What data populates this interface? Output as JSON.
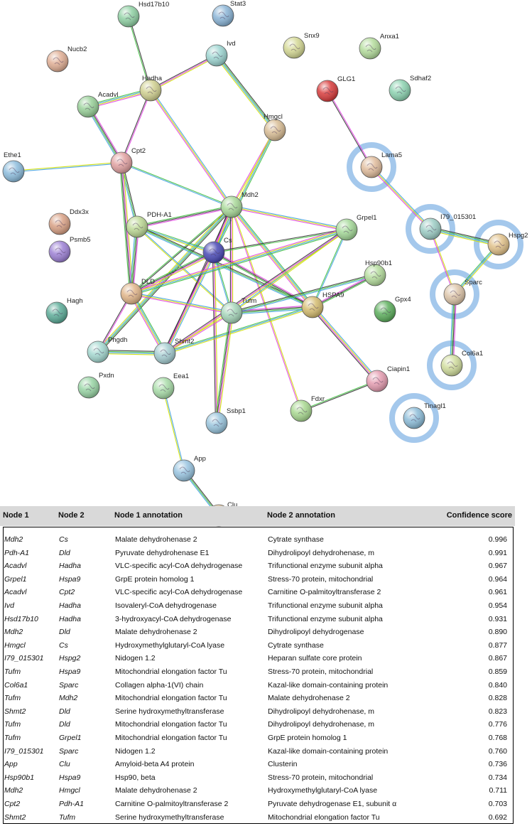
{
  "network": {
    "nodes": [
      {
        "id": "Hsd17b10",
        "color": "#8fd0a3",
        "highlight": false
      },
      {
        "id": "Stat3",
        "color": "#8ab4d6",
        "highlight": false
      },
      {
        "id": "Ivd",
        "color": "#9cd4d0",
        "highlight": false
      },
      {
        "id": "Snx9",
        "color": "#d4d894",
        "highlight": false
      },
      {
        "id": "Anxa1",
        "color": "#b4dc9c",
        "highlight": false
      },
      {
        "id": "Nucb2",
        "color": "#e0ae94",
        "highlight": false
      },
      {
        "id": "Hadha",
        "color": "#d0d090",
        "highlight": false
      },
      {
        "id": "GLG1",
        "color": "#d83c3c",
        "highlight": false
      },
      {
        "id": "Sdhaf2",
        "color": "#8cd2b0",
        "highlight": false
      },
      {
        "id": "Acadvl",
        "color": "#98d098",
        "highlight": false
      },
      {
        "id": "Hmgcl",
        "color": "#d8bc94",
        "highlight": false
      },
      {
        "id": "Cpt2",
        "color": "#e0a0a0",
        "highlight": false
      },
      {
        "id": "Ethe1",
        "color": "#8cbcdc",
        "highlight": false
      },
      {
        "id": "Lama5",
        "color": "#e0bc9c",
        "highlight": true
      },
      {
        "id": "Mdh2",
        "color": "#a8d898",
        "highlight": false
      },
      {
        "id": "Ddx3x",
        "color": "#d8a084",
        "highlight": false
      },
      {
        "id": "PDH-A1",
        "color": "#bcd894",
        "highlight": false
      },
      {
        "id": "Grpel1",
        "color": "#a4d898",
        "highlight": false
      },
      {
        "id": "I79_015301",
        "color": "#9cccc4",
        "highlight": true
      },
      {
        "id": "Hspg2",
        "color": "#e0c088",
        "highlight": true
      },
      {
        "id": "Cs",
        "color": "#4848b4",
        "highlight": false
      },
      {
        "id": "Psmb5",
        "color": "#9c80d4",
        "highlight": false
      },
      {
        "id": "Hsp90b1",
        "color": "#b4dc9c",
        "highlight": false
      },
      {
        "id": "DLD",
        "color": "#e0b488",
        "highlight": false
      },
      {
        "id": "Sparc",
        "color": "#dcc4a8",
        "highlight": true
      },
      {
        "id": "Tufm",
        "color": "#a4d4b8",
        "highlight": false
      },
      {
        "id": "HSPA9",
        "color": "#d4bc70",
        "highlight": false
      },
      {
        "id": "Gpx4",
        "color": "#5cae5c",
        "highlight": false
      },
      {
        "id": "Hagh",
        "color": "#5cac98",
        "highlight": false
      },
      {
        "id": "Phgdh",
        "color": "#a4d8d0",
        "highlight": false
      },
      {
        "id": "Shmt2",
        "color": "#a4ccd0",
        "highlight": false
      },
      {
        "id": "Col6a1",
        "color": "#d0dc9c",
        "highlight": true
      },
      {
        "id": "Ciapin1",
        "color": "#e49cb0",
        "highlight": false
      },
      {
        "id": "Pxdn",
        "color": "#98d4a4",
        "highlight": false
      },
      {
        "id": "Eea1",
        "color": "#a8dca8",
        "highlight": false
      },
      {
        "id": "Fdxr",
        "color": "#a8d890",
        "highlight": false
      },
      {
        "id": "Tinagl1",
        "color": "#8cbcd8",
        "highlight": true
      },
      {
        "id": "Ssbp1",
        "color": "#98c4dc",
        "highlight": false
      },
      {
        "id": "App",
        "color": "#98c4e0",
        "highlight": false
      },
      {
        "id": "Clu",
        "color": "#e0c49c",
        "highlight": false
      }
    ],
    "edges": [
      [
        "Hsd17b10",
        "Hadha"
      ],
      [
        "Ivd",
        "Hadha"
      ],
      [
        "Acadvl",
        "Hadha"
      ],
      [
        "Hadha",
        "Cpt2"
      ],
      [
        "Hadha",
        "Mdh2"
      ],
      [
        "Ivd",
        "Hmgcl"
      ],
      [
        "Hmgcl",
        "Mdh2"
      ],
      [
        "Hmgcl",
        "Cs"
      ],
      [
        "Acadvl",
        "Cpt2"
      ],
      [
        "Cpt2",
        "Ethe1"
      ],
      [
        "Cpt2",
        "PDH-A1"
      ],
      [
        "Cpt2",
        "DLD"
      ],
      [
        "Cpt2",
        "Mdh2"
      ],
      [
        "Mdh2",
        "PDH-A1"
      ],
      [
        "Mdh2",
        "Cs"
      ],
      [
        "Mdh2",
        "DLD"
      ],
      [
        "Mdh2",
        "Tufm"
      ],
      [
        "Mdh2",
        "HSPA9"
      ],
      [
        "Mdh2",
        "Shmt2"
      ],
      [
        "Mdh2",
        "Grpel1"
      ],
      [
        "Mdh2",
        "Phgdh"
      ],
      [
        "Mdh2",
        "Fdxr"
      ],
      [
        "PDH-A1",
        "Cs"
      ],
      [
        "PDH-A1",
        "DLD"
      ],
      [
        "PDH-A1",
        "Tufm"
      ],
      [
        "PDH-A1",
        "HSPA9"
      ],
      [
        "Cs",
        "DLD"
      ],
      [
        "Cs",
        "Tufm"
      ],
      [
        "Cs",
        "HSPA9"
      ],
      [
        "Cs",
        "Shmt2"
      ],
      [
        "Cs",
        "Grpel1"
      ],
      [
        "Cs",
        "Ssbp1"
      ],
      [
        "DLD",
        "Shmt2"
      ],
      [
        "DLD",
        "Phgdh"
      ],
      [
        "DLD",
        "Tufm"
      ],
      [
        "Phgdh",
        "Shmt2"
      ],
      [
        "Shmt2",
        "Tufm"
      ],
      [
        "Shmt2",
        "HSPA9"
      ],
      [
        "Tufm",
        "HSPA9"
      ],
      [
        "Tufm",
        "Grpel1"
      ],
      [
        "Tufm",
        "Hsp90b1"
      ],
      [
        "Tufm",
        "Ssbp1"
      ],
      [
        "HSPA9",
        "Grpel1"
      ],
      [
        "HSPA9",
        "Hsp90b1"
      ],
      [
        "HSPA9",
        "Ciapin1"
      ],
      [
        "Ciapin1",
        "Fdxr"
      ],
      [
        "Grpel1",
        "Shmt2"
      ],
      [
        "Grpel1",
        "DLD"
      ],
      [
        "GLG1",
        "Lama5"
      ],
      [
        "Lama5",
        "I79_015301"
      ],
      [
        "I79_015301",
        "Hspg2"
      ],
      [
        "I79_015301",
        "Sparc"
      ],
      [
        "Sparc",
        "Hspg2"
      ],
      [
        "Sparc",
        "Col6a1"
      ],
      [
        "Eea1",
        "App"
      ],
      [
        "App",
        "Clu"
      ]
    ]
  },
  "table": {
    "headers": {
      "node1": "Node 1",
      "node2": "Node 2",
      "ann1": "Node 1 annotation",
      "ann2": "Node 2 annotation",
      "score": "Confidence score"
    },
    "rows": [
      {
        "n1": "Mdh2",
        "n2": "Cs",
        "a1": "Malate dehydrohenase 2",
        "a2": "Cytrate synthase",
        "s": "0.996"
      },
      {
        "n1": "Pdh-A1",
        "n2": "Dld",
        "a1": "Pyruvate dehydrohenase E1",
        "a2": "Dihydrolipoyl dehydrohenase, m",
        "s": "0.991"
      },
      {
        "n1": "Acadvl",
        "n2": "Hadha",
        "a1": "VLC-specific acyl-CoA dehydrogenase",
        "a2": "Trifunctional enzyme subunit alpha",
        "s": "0.967"
      },
      {
        "n1": "Grpel1",
        "n2": "Hspa9",
        "a1": "GrpE protein homolog 1",
        "a2": "Stress-70 protein, mitochondrial",
        "s": "0.964"
      },
      {
        "n1": "Acadvl",
        "n2": "Cpt2",
        "a1": "VLC-specific acyl-CoA dehydrogenase",
        "a2": "Carnitine O-palmitoyltransferase 2",
        "s": "0.961"
      },
      {
        "n1": "Ivd",
        "n2": "Hadha",
        "a1": "Isovaleryl-CoA dehydrogenase",
        "a2": "Trifunctional enzyme subunit alpha",
        "s": "0.954"
      },
      {
        "n1": "Hsd17b10",
        "n2": "Hadha",
        "a1": "3-hydroxyacyl-CoA dehydrogenase",
        "a2": "Trifunctional enzyme subunit alpha",
        "s": "0.931"
      },
      {
        "n1": "Mdh2",
        "n2": "Dld",
        "a1": "Malate dehydrohenase 2",
        "a2": "Dihydrolipoyl dehydrogenase",
        "s": "0.890"
      },
      {
        "n1": "Hmgcl",
        "n2": "Cs",
        "a1": "Hydroxymethylglutaryl-CoA lyase",
        "a2": "Cytrate synthase",
        "s": "0.877"
      },
      {
        "n1": "I79_015301",
        "n2": "Hspg2",
        "a1": "Nidogen 1.2",
        "a2": "Heparan sulfate core protein",
        "s": "0.867"
      },
      {
        "n1": "Tufm",
        "n2": "Hspa9",
        "a1": "Mitochondrial elongation factor Tu",
        "a2": "Stress-70 protein, mitochondrial",
        "s": "0.859"
      },
      {
        "n1": "Col6a1",
        "n2": "Sparc",
        "a1": "Collagen alpha-1(VI) chain",
        "a2": "Kazal-like domain-containing protein",
        "s": "0.840"
      },
      {
        "n1": "Tufm",
        "n2": "Mdh2",
        "a1": "Mitochondrial elongation factor Tu",
        "a2": "Malate dehydrohenase 2",
        "s": "0.828"
      },
      {
        "n1": "Shmt2",
        "n2": "Dld",
        "a1": "Serine hydroxymethyltransferase",
        "a2": "Dihydrolipoyl dehydrohenase, m",
        "s": "0.823"
      },
      {
        "n1": "Tufm",
        "n2": "Dld",
        "a1": "Mitochondrial elongation factor Tu",
        "a2": "Dihydrolipoyl dehydrohenase, m",
        "s": "0.776"
      },
      {
        "n1": "Tufm",
        "n2": "Grpel1",
        "a1": "Mitochondrial elongation factor Tu",
        "a2": "GrpE protein homolog 1",
        "s": "0.768"
      },
      {
        "n1": "I79_015301",
        "n2": "Sparc",
        "a1": "Nidogen 1.2",
        "a2": "Kazal-like domain-containing protein",
        "s": "0.760"
      },
      {
        "n1": "App",
        "n2": "Clu",
        "a1": "Amyloid-beta A4 protein",
        "a2": "Clusterin",
        "s": "0.736"
      },
      {
        "n1": "Hsp90b1",
        "n2": "Hspa9",
        "a1": "Hsp90, beta",
        "a2": "Stress-70 protein, mitochondrial",
        "s": "0.734"
      },
      {
        "n1": "Mdh2",
        "n2": "Hmgcl",
        "a1": "Malate dehydrohenase 2",
        "a2": "Hydroxymethylglutaryl-CoA lyase",
        "s": "0.711"
      },
      {
        "n1": "Cpt2",
        "n2": "Pdh-A1",
        "a1": "Carnitine O-palmitoyltransferase 2",
        "a2": "Pyruvate dehydrogenase E1, subunit α",
        "s": "0.703"
      },
      {
        "n1": "Shmt2",
        "n2": "Tufm",
        "a1": "Serine hydroxymethyltransferase",
        "a2": "Mitochondrial elongation factor Tu",
        "s": "0.692"
      }
    ]
  }
}
